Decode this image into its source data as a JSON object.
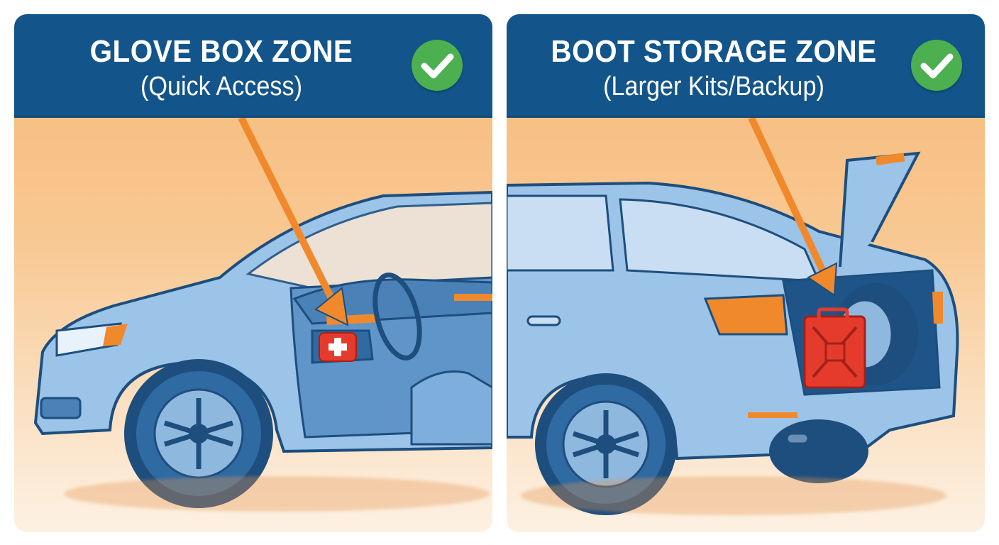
{
  "panels": [
    {
      "title": "GLOVE BOX ZONE",
      "subtitle": "(Quick Access)",
      "badge": "checkmark-icon",
      "illustration": "sedan side view with open front door, first-aid kit in open glove box, orange arrow pointing to glove box",
      "item": "first-aid-kit"
    },
    {
      "title": "BOOT STORAGE ZONE",
      "subtitle": "(Larger Kits/Backup)",
      "badge": "checkmark-icon",
      "illustration": "sedan rear three-quarter view with open boot, red jerry can beside spare tyre, orange arrow pointing into boot",
      "item": "jerry-can"
    }
  ],
  "colors": {
    "header_bg": "#13558a",
    "badge_green": "#4caf50",
    "arrow_orange": "#f0892c",
    "car_blue": "#9cc4e8",
    "car_outline": "#1d4e7e",
    "background_top": "#f6b877",
    "background_bottom": "#fdf1e3",
    "kit_red": "#e53b2c"
  }
}
